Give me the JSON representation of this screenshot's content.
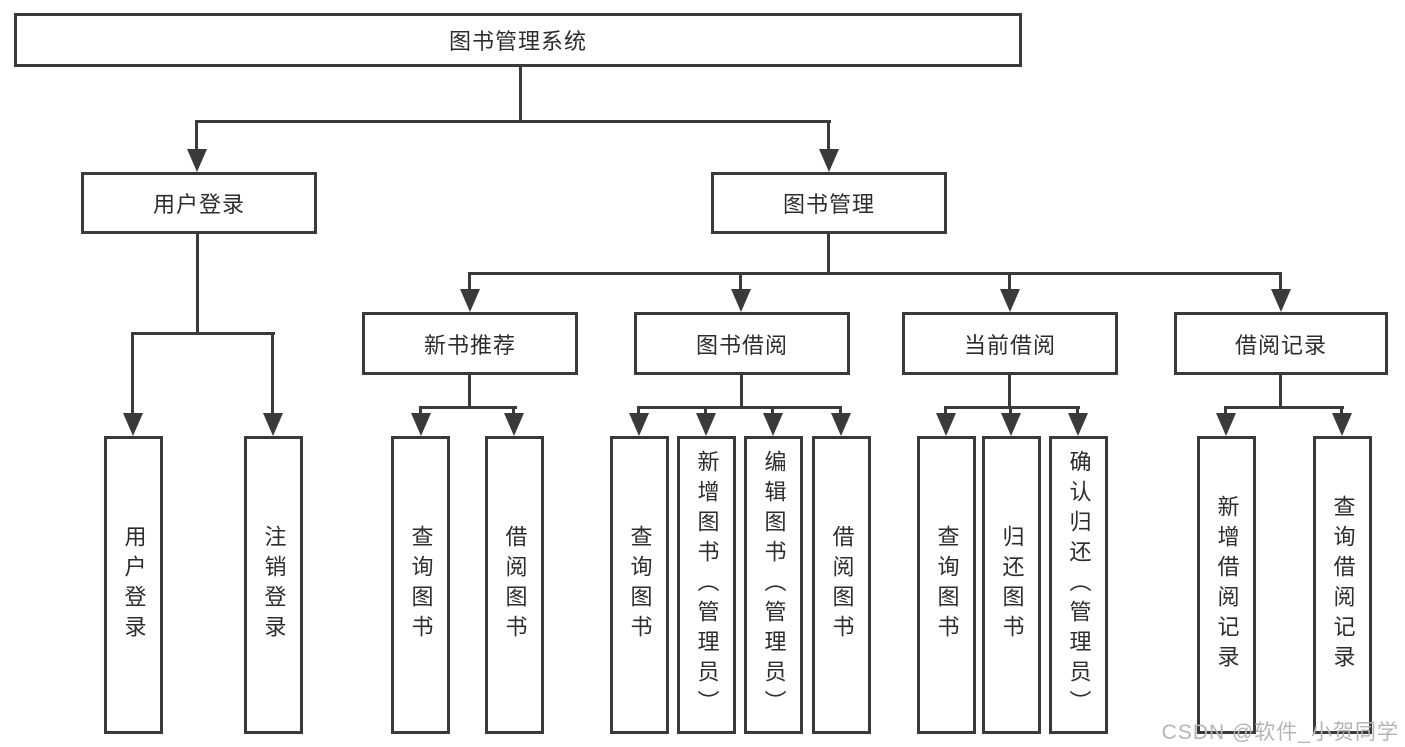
{
  "diagram": {
    "root": {
      "label": "图书管理系统"
    },
    "level2": [
      {
        "label": "用户登录"
      },
      {
        "label": "图书管理"
      }
    ],
    "level3": [
      {
        "label": "新书推荐",
        "parent": "图书管理"
      },
      {
        "label": "图书借阅",
        "parent": "图书管理"
      },
      {
        "label": "当前借阅",
        "parent": "图书管理"
      },
      {
        "label": "借阅记录",
        "parent": "图书管理"
      }
    ],
    "leaves": [
      {
        "label": "用户登录",
        "parent": "用户登录"
      },
      {
        "label": "注销登录",
        "parent": "用户登录"
      },
      {
        "label": "查询图书",
        "parent": "新书推荐"
      },
      {
        "label": "借阅图书",
        "parent": "新书推荐"
      },
      {
        "label": "查询图书",
        "parent": "图书借阅"
      },
      {
        "label": "新增图书（管理员）",
        "parent": "图书借阅"
      },
      {
        "label": "编辑图书（管理员）",
        "parent": "图书借阅"
      },
      {
        "label": "借阅图书",
        "parent": "图书借阅"
      },
      {
        "label": "查询图书",
        "parent": "当前借阅"
      },
      {
        "label": "归还图书",
        "parent": "当前借阅"
      },
      {
        "label": "确认归还（管理员）",
        "parent": "当前借阅"
      },
      {
        "label": "新增借阅记录",
        "parent": "借阅记录"
      },
      {
        "label": "查询借阅记录",
        "parent": "借阅记录"
      }
    ],
    "colors": {
      "line": "#3a3a3a",
      "text": "#2d2d2d",
      "background": "#ffffff",
      "watermark_text": "#b5b5b5"
    }
  },
  "watermark": {
    "text": "CSDN @软件_小贺同学"
  }
}
